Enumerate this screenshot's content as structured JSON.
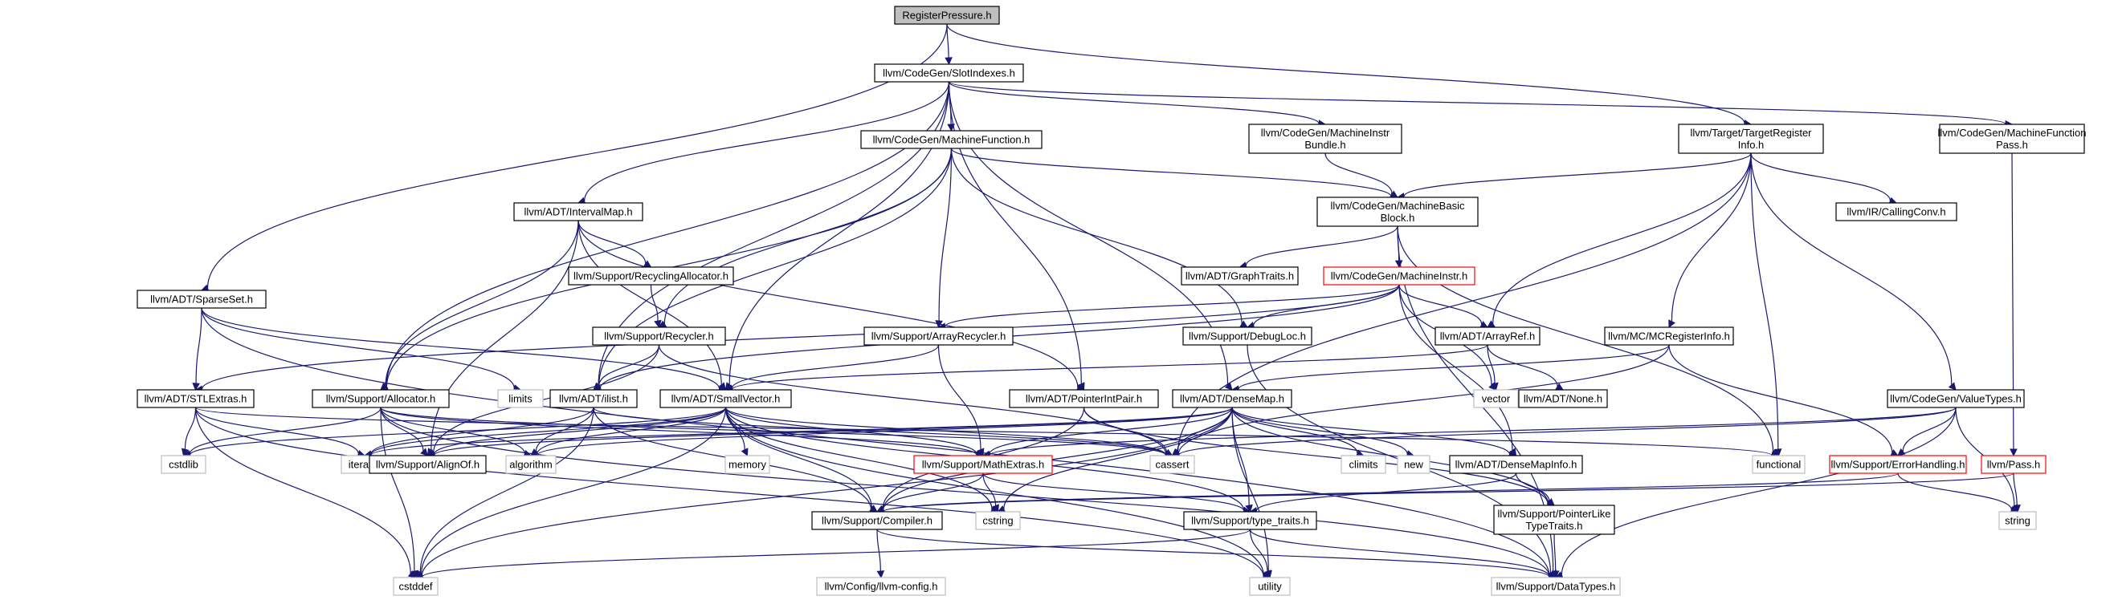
{
  "diagram": {
    "title": "RegisterPressure.h",
    "nodes": [
      {
        "id": "root",
        "lines": [
          "RegisterPressure.h"
        ],
        "style": "root"
      },
      {
        "id": "slotidx",
        "lines": [
          "llvm/CodeGen/SlotIndexes.h"
        ],
        "style": "normal"
      },
      {
        "id": "sparseset",
        "lines": [
          "llvm/ADT/SparseSet.h"
        ],
        "style": "normal"
      },
      {
        "id": "tri",
        "lines": [
          "llvm/Target/TargetRegister",
          "Info.h"
        ],
        "style": "normal"
      },
      {
        "id": "mf",
        "lines": [
          "llvm/CodeGen/MachineFunction.h"
        ],
        "style": "normal"
      },
      {
        "id": "mib",
        "lines": [
          "llvm/CodeGen/MachineInstr",
          "Bundle.h"
        ],
        "style": "normal"
      },
      {
        "id": "mfp",
        "lines": [
          "llvm/CodeGen/MachineFunction",
          "Pass.h"
        ],
        "style": "normal"
      },
      {
        "id": "imap",
        "lines": [
          "llvm/ADT/IntervalMap.h"
        ],
        "style": "normal"
      },
      {
        "id": "mbb",
        "lines": [
          "llvm/CodeGen/MachineBasic",
          "Block.h"
        ],
        "style": "normal"
      },
      {
        "id": "callconv",
        "lines": [
          "llvm/IR/CallingConv.h"
        ],
        "style": "normal"
      },
      {
        "id": "recalloc",
        "lines": [
          "llvm/Support/RecyclingAllocator.h"
        ],
        "style": "normal"
      },
      {
        "id": "graphtraits",
        "lines": [
          "llvm/ADT/GraphTraits.h"
        ],
        "style": "normal"
      },
      {
        "id": "minstr",
        "lines": [
          "llvm/CodeGen/MachineInstr.h"
        ],
        "style": "red"
      },
      {
        "id": "recycler",
        "lines": [
          "llvm/Support/Recycler.h"
        ],
        "style": "normal"
      },
      {
        "id": "arrrecycler",
        "lines": [
          "llvm/Support/ArrayRecycler.h"
        ],
        "style": "normal"
      },
      {
        "id": "debugloc",
        "lines": [
          "llvm/Support/DebugLoc.h"
        ],
        "style": "normal"
      },
      {
        "id": "arrayref",
        "lines": [
          "llvm/ADT/ArrayRef.h"
        ],
        "style": "normal"
      },
      {
        "id": "mcreg",
        "lines": [
          "llvm/MC/MCRegisterInfo.h"
        ],
        "style": "normal"
      },
      {
        "id": "limits",
        "lines": [
          "limits"
        ],
        "style": "gray"
      },
      {
        "id": "stlextras",
        "lines": [
          "llvm/ADT/STLExtras.h"
        ],
        "style": "normal"
      },
      {
        "id": "allocator",
        "lines": [
          "llvm/Support/Allocator.h"
        ],
        "style": "normal"
      },
      {
        "id": "ilist",
        "lines": [
          "llvm/ADT/ilist.h"
        ],
        "style": "normal"
      },
      {
        "id": "smallvec",
        "lines": [
          "llvm/ADT/SmallVector.h"
        ],
        "style": "normal"
      },
      {
        "id": "ptrintpair",
        "lines": [
          "llvm/ADT/PointerIntPair.h"
        ],
        "style": "normal"
      },
      {
        "id": "densemap",
        "lines": [
          "llvm/ADT/DenseMap.h"
        ],
        "style": "normal"
      },
      {
        "id": "vector",
        "lines": [
          "vector"
        ],
        "style": "gray"
      },
      {
        "id": "none",
        "lines": [
          "llvm/ADT/None.h"
        ],
        "style": "normal"
      },
      {
        "id": "valuetypes",
        "lines": [
          "llvm/CodeGen/ValueTypes.h"
        ],
        "style": "normal"
      },
      {
        "id": "cstdlib",
        "lines": [
          "cstdlib"
        ],
        "style": "gray"
      },
      {
        "id": "iterator",
        "lines": [
          "iterator"
        ],
        "style": "gray"
      },
      {
        "id": "alignof",
        "lines": [
          "llvm/Support/AlignOf.h"
        ],
        "style": "normal"
      },
      {
        "id": "algorithm",
        "lines": [
          "algorithm"
        ],
        "style": "gray"
      },
      {
        "id": "memory",
        "lines": [
          "memory"
        ],
        "style": "gray"
      },
      {
        "id": "mathextras",
        "lines": [
          "llvm/Support/MathExtras.h"
        ],
        "style": "red"
      },
      {
        "id": "cassert",
        "lines": [
          "cassert"
        ],
        "style": "gray"
      },
      {
        "id": "climits",
        "lines": [
          "climits"
        ],
        "style": "gray"
      },
      {
        "id": "new",
        "lines": [
          "new"
        ],
        "style": "gray"
      },
      {
        "id": "densemapinfo",
        "lines": [
          "llvm/ADT/DenseMapInfo.h"
        ],
        "style": "normal"
      },
      {
        "id": "functional",
        "lines": [
          "functional"
        ],
        "style": "gray"
      },
      {
        "id": "errhandling",
        "lines": [
          "llvm/Support/ErrorHandling.h"
        ],
        "style": "red"
      },
      {
        "id": "pass",
        "lines": [
          "llvm/Pass.h"
        ],
        "style": "red"
      },
      {
        "id": "compiler",
        "lines": [
          "llvm/Support/Compiler.h"
        ],
        "style": "normal"
      },
      {
        "id": "cstring",
        "lines": [
          "cstring"
        ],
        "style": "gray"
      },
      {
        "id": "typetraits",
        "lines": [
          "llvm/Support/type_traits.h"
        ],
        "style": "normal"
      },
      {
        "id": "ptrlike",
        "lines": [
          "llvm/Support/PointerLike",
          "TypeTraits.h"
        ],
        "style": "normal"
      },
      {
        "id": "string",
        "lines": [
          "string"
        ],
        "style": "gray"
      },
      {
        "id": "cstddef",
        "lines": [
          "cstddef"
        ],
        "style": "gray"
      },
      {
        "id": "llvmconfig",
        "lines": [
          "llvm/Config/llvm-config.h"
        ],
        "style": "gray"
      },
      {
        "id": "utility",
        "lines": [
          "utility"
        ],
        "style": "gray"
      },
      {
        "id": "datatypes",
        "lines": [
          "llvm/Support/DataTypes.h"
        ],
        "style": "gray"
      }
    ],
    "edges": [
      [
        "root",
        "slotidx"
      ],
      [
        "root",
        "sparseset"
      ],
      [
        "root",
        "tri"
      ],
      [
        "slotidx",
        "mf"
      ],
      [
        "slotidx",
        "mib"
      ],
      [
        "slotidx",
        "mfp"
      ],
      [
        "slotidx",
        "imap"
      ],
      [
        "slotidx",
        "allocator"
      ],
      [
        "slotidx",
        "ilist"
      ],
      [
        "slotidx",
        "smallvec"
      ],
      [
        "slotidx",
        "ptrintpair"
      ],
      [
        "slotidx",
        "densemap"
      ],
      [
        "mf",
        "mbb"
      ],
      [
        "mf",
        "allocator"
      ],
      [
        "mf",
        "ilist"
      ],
      [
        "mf",
        "recycler"
      ],
      [
        "mf",
        "arrrecycler"
      ],
      [
        "mf",
        "debugloc"
      ],
      [
        "mib",
        "mbb"
      ],
      [
        "mfp",
        "pass"
      ],
      [
        "tri",
        "mbb"
      ],
      [
        "tri",
        "callconv"
      ],
      [
        "tri",
        "arrayref"
      ],
      [
        "tri",
        "mcreg"
      ],
      [
        "tri",
        "valuetypes"
      ],
      [
        "tri",
        "functional"
      ],
      [
        "tri",
        "cassert"
      ],
      [
        "imap",
        "recalloc"
      ],
      [
        "imap",
        "allocator"
      ],
      [
        "imap",
        "smallvec"
      ],
      [
        "imap",
        "ptrintpair"
      ],
      [
        "imap",
        "alignof"
      ],
      [
        "mbb",
        "graphtraits"
      ],
      [
        "mbb",
        "minstr"
      ],
      [
        "mbb",
        "functional"
      ],
      [
        "mbb",
        "datatypes"
      ],
      [
        "recalloc",
        "recycler"
      ],
      [
        "minstr",
        "arrrecycler"
      ],
      [
        "minstr",
        "debugloc"
      ],
      [
        "minstr",
        "arrayref"
      ],
      [
        "minstr",
        "stlextras"
      ],
      [
        "minstr",
        "ilist"
      ],
      [
        "minstr",
        "vector"
      ],
      [
        "minstr",
        "densemapinfo"
      ],
      [
        "recycler",
        "ilist"
      ],
      [
        "recycler",
        "alignof"
      ],
      [
        "recycler",
        "cassert"
      ],
      [
        "arrrecycler",
        "smallvec"
      ],
      [
        "arrrecycler",
        "mathextras"
      ],
      [
        "debugloc",
        "datatypes"
      ],
      [
        "arrayref",
        "smallvec"
      ],
      [
        "arrayref",
        "none"
      ],
      [
        "arrayref",
        "vector"
      ],
      [
        "mcreg",
        "densemap"
      ],
      [
        "mcreg",
        "errhandling"
      ],
      [
        "mcreg",
        "cassert"
      ],
      [
        "sparseset",
        "stlextras"
      ],
      [
        "sparseset",
        "limits"
      ],
      [
        "sparseset",
        "smallvec"
      ],
      [
        "sparseset",
        "datatypes"
      ],
      [
        "stlextras",
        "cstdlib"
      ],
      [
        "stlextras",
        "iterator"
      ],
      [
        "stlextras",
        "cstddef"
      ],
      [
        "stlextras",
        "utility"
      ],
      [
        "stlextras",
        "functional"
      ],
      [
        "allocator",
        "alignof"
      ],
      [
        "allocator",
        "mathextras"
      ],
      [
        "allocator",
        "datatypes"
      ],
      [
        "allocator",
        "cstddef"
      ],
      [
        "allocator",
        "cstdlib"
      ],
      [
        "allocator",
        "algorithm"
      ],
      [
        "allocator",
        "cassert"
      ],
      [
        "ilist",
        "iterator"
      ],
      [
        "ilist",
        "algorithm"
      ],
      [
        "ilist",
        "cassert"
      ],
      [
        "ilist",
        "cstddef"
      ],
      [
        "ilist",
        "compiler"
      ],
      [
        "smallvec",
        "alignof"
      ],
      [
        "smallvec",
        "mathextras"
      ],
      [
        "smallvec",
        "compiler"
      ],
      [
        "smallvec",
        "typetraits"
      ],
      [
        "smallvec",
        "iterator"
      ],
      [
        "smallvec",
        "algorithm"
      ],
      [
        "smallvec",
        "memory"
      ],
      [
        "smallvec",
        "cassert"
      ],
      [
        "smallvec",
        "cstdlib"
      ],
      [
        "smallvec",
        "cstddef"
      ],
      [
        "smallvec",
        "cstring"
      ],
      [
        "smallvec",
        "utility"
      ],
      [
        "ptrintpair",
        "compiler"
      ],
      [
        "ptrintpair",
        "ptrlike"
      ],
      [
        "ptrintpair",
        "cassert"
      ],
      [
        "densemap",
        "mathextras"
      ],
      [
        "densemap",
        "alignof"
      ],
      [
        "densemap",
        "compiler"
      ],
      [
        "densemap",
        "typetraits"
      ],
      [
        "densemap",
        "densemapinfo"
      ],
      [
        "densemap",
        "ptrlike"
      ],
      [
        "densemap",
        "algorithm"
      ],
      [
        "densemap",
        "cassert"
      ],
      [
        "densemap",
        "climits"
      ],
      [
        "densemap",
        "cstddef"
      ],
      [
        "densemap",
        "cstring"
      ],
      [
        "densemap",
        "iterator"
      ],
      [
        "densemap",
        "new"
      ],
      [
        "densemap",
        "utility"
      ],
      [
        "valuetypes",
        "errhandling"
      ],
      [
        "valuetypes",
        "mathextras"
      ],
      [
        "valuetypes",
        "cassert"
      ],
      [
        "valuetypes",
        "string"
      ],
      [
        "valuetypes",
        "datatypes"
      ],
      [
        "mathextras",
        "compiler"
      ],
      [
        "mathextras",
        "cstring"
      ],
      [
        "mathextras",
        "typetraits"
      ],
      [
        "densemapinfo",
        "typetraits"
      ],
      [
        "densemapinfo",
        "ptrlike"
      ],
      [
        "errhandling",
        "compiler"
      ],
      [
        "errhandling",
        "string"
      ],
      [
        "pass",
        "string"
      ],
      [
        "pass",
        "compiler"
      ],
      [
        "compiler",
        "llvmconfig"
      ],
      [
        "compiler",
        "datatypes"
      ],
      [
        "typetraits",
        "cstddef"
      ],
      [
        "typetraits",
        "utility"
      ],
      [
        "typetraits",
        "datatypes"
      ],
      [
        "ptrlike",
        "datatypes"
      ]
    ]
  }
}
